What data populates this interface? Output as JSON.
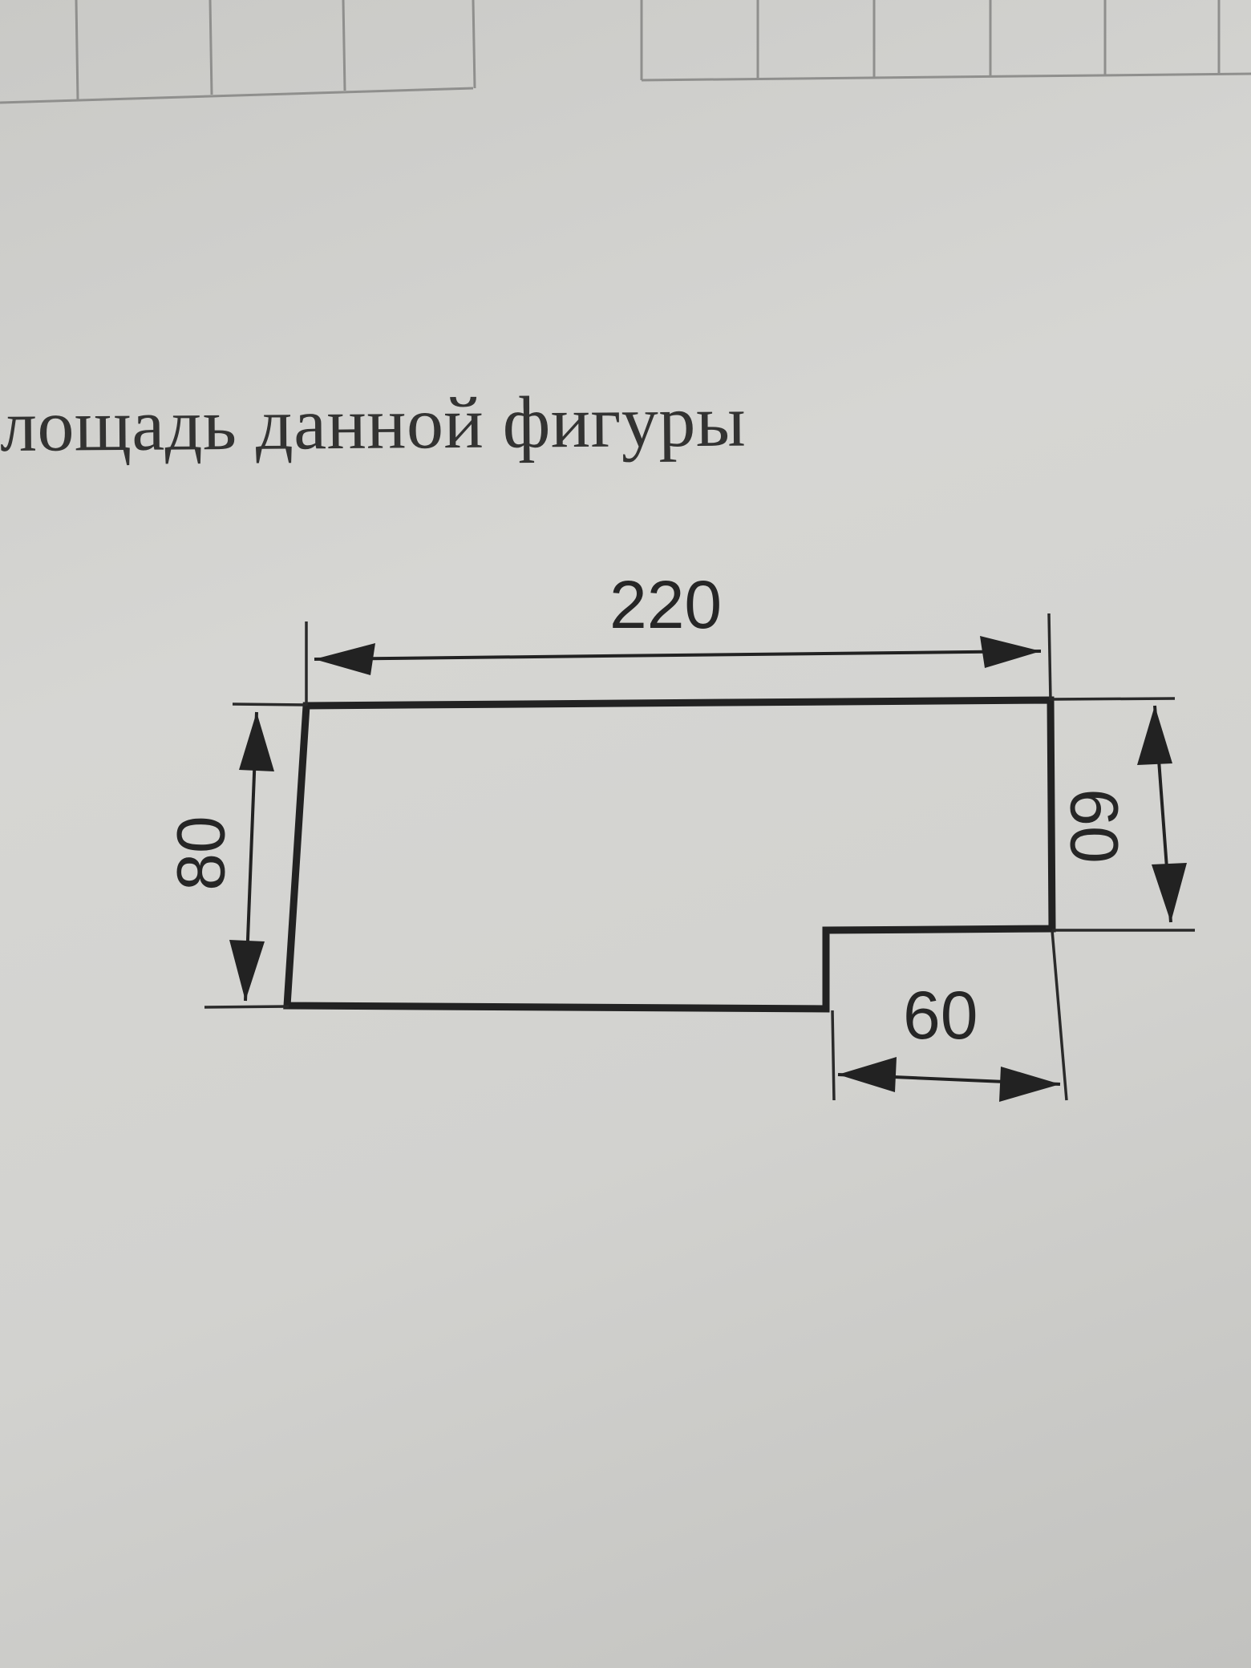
{
  "task": {
    "text": "лощадь данной фигуры"
  },
  "figure": {
    "dimensions": {
      "top_width": "220",
      "left_height": "80",
      "right_height": "60",
      "notch_width": "60"
    }
  },
  "colors": {
    "paper": "#d2d2cf",
    "ink": "#262626",
    "grid_line": "#9a9a98"
  }
}
